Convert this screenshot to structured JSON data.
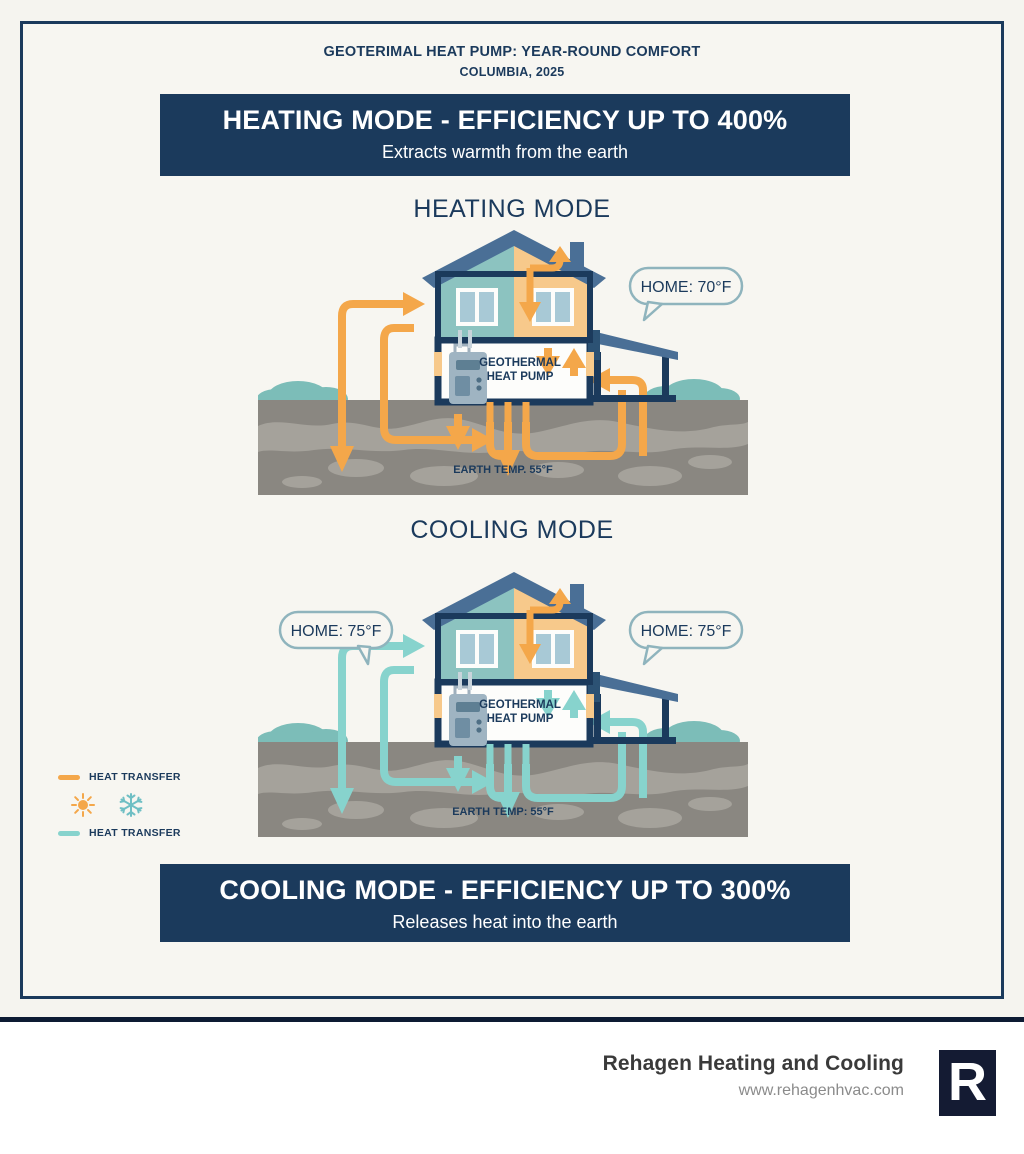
{
  "poster": {
    "main_title": "GEOTERIMAL HEAT PUMP: YEAR-ROUND COMFORT",
    "sub_title": "COLUMBIA, 2025",
    "background_color": "#f5f4ef",
    "border_color": "#1b3a5c"
  },
  "banners": {
    "heating": {
      "title": "HEATING MODE - EFFICIENCY UP TO 400%",
      "subtitle": "Extracts warmth from the earth",
      "background_color": "#1b3a5c"
    },
    "cooling": {
      "title": "COOLING MODE - EFFICIENCY UP TO 300%",
      "subtitle": "Releases heat into the earth",
      "background_color": "#1b3a5c"
    }
  },
  "sections": {
    "heating": {
      "heading": "HEATING MODE",
      "unit_label_line1": "GEOTHERMAL",
      "unit_label_line2": "HEAT PUMP",
      "earth_label": "EARTH TEMP. 55°F",
      "bubble_right": "HOME: 70°F",
      "arrow_color": "#f4a74a"
    },
    "cooling": {
      "heading": "COOLING MODE",
      "unit_label_line1": "GEOTHERMAL",
      "unit_label_line2": "HEAT PUMP",
      "earth_label": "EARTH TEMP: 55°F",
      "bubble_left": "HOME: 75°F",
      "bubble_right": "HOME: 75°F",
      "arrow_color": "#87d3cd"
    }
  },
  "legend": {
    "heat_transfer_warm": "HEAT TRANSFER",
    "heat_transfer_cool": "HEAT TRANSFER",
    "warm_color": "#f4a74a",
    "cool_color": "#87d3cd",
    "sun_icon": "sun-icon",
    "snowflake_icon": "snowflake-icon"
  },
  "footer": {
    "company": "Rehagen Heating and Cooling",
    "website": "www.rehagenhvac.com",
    "logo_letter": "R"
  },
  "palette": {
    "navy": "#1b3a5c",
    "dark_navy": "#0d1b33",
    "orange": "#f4a74a",
    "peach": "#f7c98b",
    "teal": "#87d3cd",
    "house_teal": "#8cc3c0",
    "roof_blue": "#4a6f96",
    "ground_gray": "#8a8781",
    "ground_light": "#a8a49d",
    "cream": "#f5f4ef"
  }
}
